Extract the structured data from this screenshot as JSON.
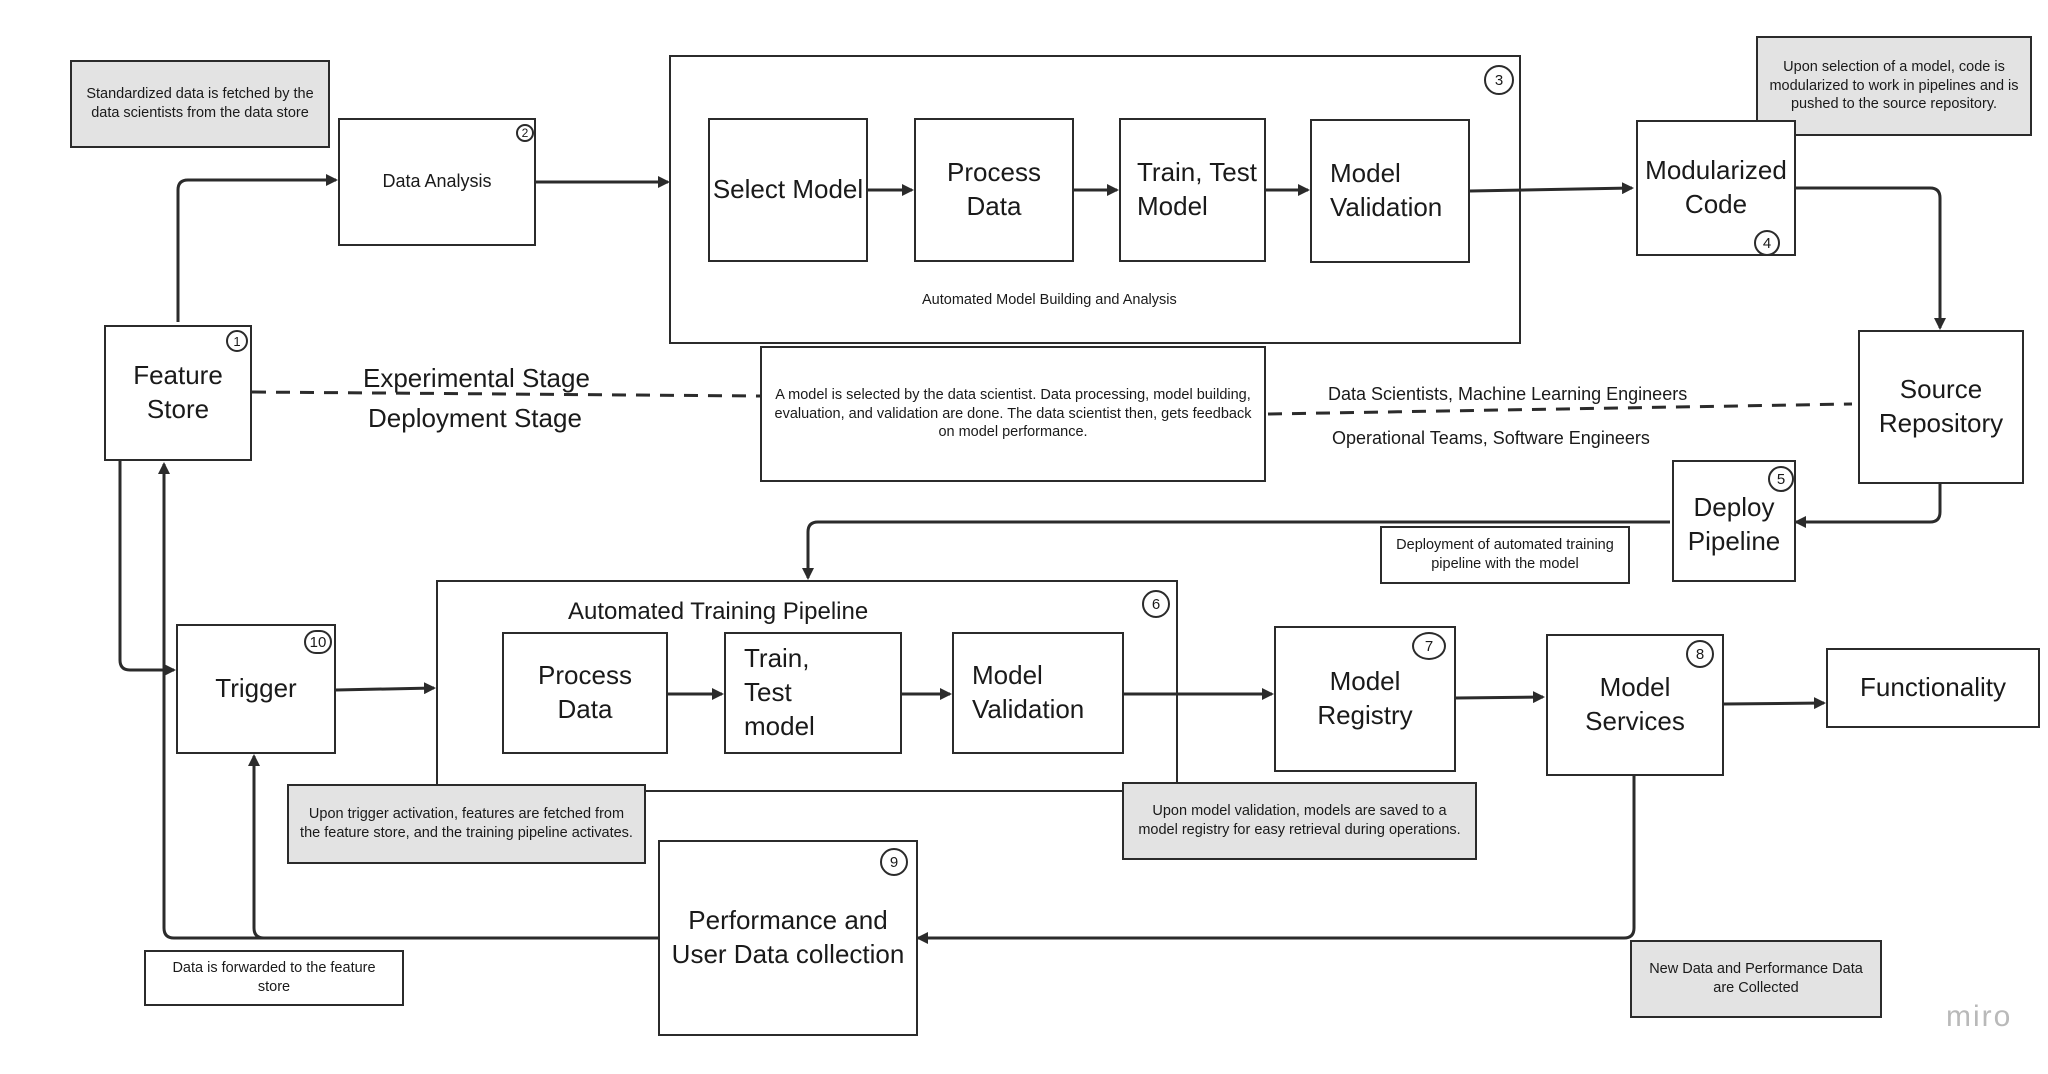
{
  "notes": {
    "fetch": "Standardized data is fetched by the data scientists from the data store",
    "modularize": "Upon selection of a model, code is modularized to work in pipelines and is pushed to the source repository.",
    "experimental": "A model is selected by the data scientist. Data processing, model building, evaluation, and validation are done. The data scientist then, gets feedback on model performance.",
    "deploy": "Deployment of automated training pipeline with the model",
    "trigger": "Upon trigger activation, features are fetched from the feature store, and the training pipeline activates.",
    "registry": "Upon model validation, models are saved to a model registry for easy retrieval during operations.",
    "forwarded": "Data is forwarded to the feature store",
    "collected": "New Data and Performance Data are Collected"
  },
  "nodes": {
    "feature_store": "Feature Store",
    "data_analysis": "Data Analysis",
    "select_model": "Select Model",
    "process_data_top": "Process Data",
    "train_test_top": "Train, Test Model",
    "model_validation_top": "Model Validation",
    "modularized_code": "Modularized Code",
    "source_repository": "Source Repository",
    "deploy_pipeline": "Deploy Pipeline",
    "trigger": "Trigger",
    "process_data_bottom": "Process Data",
    "train_test_bottom": "Train, Test model",
    "model_validation_bottom": "Model Validation",
    "model_registry": "Model Registry",
    "model_services": "Model Services",
    "functionality": "Functionality",
    "performance": "Performance and User Data collection"
  },
  "containers": {
    "automated_model_building": "Automated Model Building and Analysis",
    "automated_training_pipeline": "Automated Training Pipeline"
  },
  "stages": {
    "experimental": "Experimental Stage",
    "deployment": "Deployment Stage",
    "roles_top": "Data Scientists, Machine Learning Engineers",
    "roles_bottom": "Operational Teams, Software Engineers"
  },
  "steps": {
    "s1": "1",
    "s2": "2",
    "s3": "3",
    "s4": "4",
    "s5": "5",
    "s6": "6",
    "s7": "7",
    "s8": "8",
    "s9": "9",
    "s10": "10"
  },
  "watermark": "miro"
}
